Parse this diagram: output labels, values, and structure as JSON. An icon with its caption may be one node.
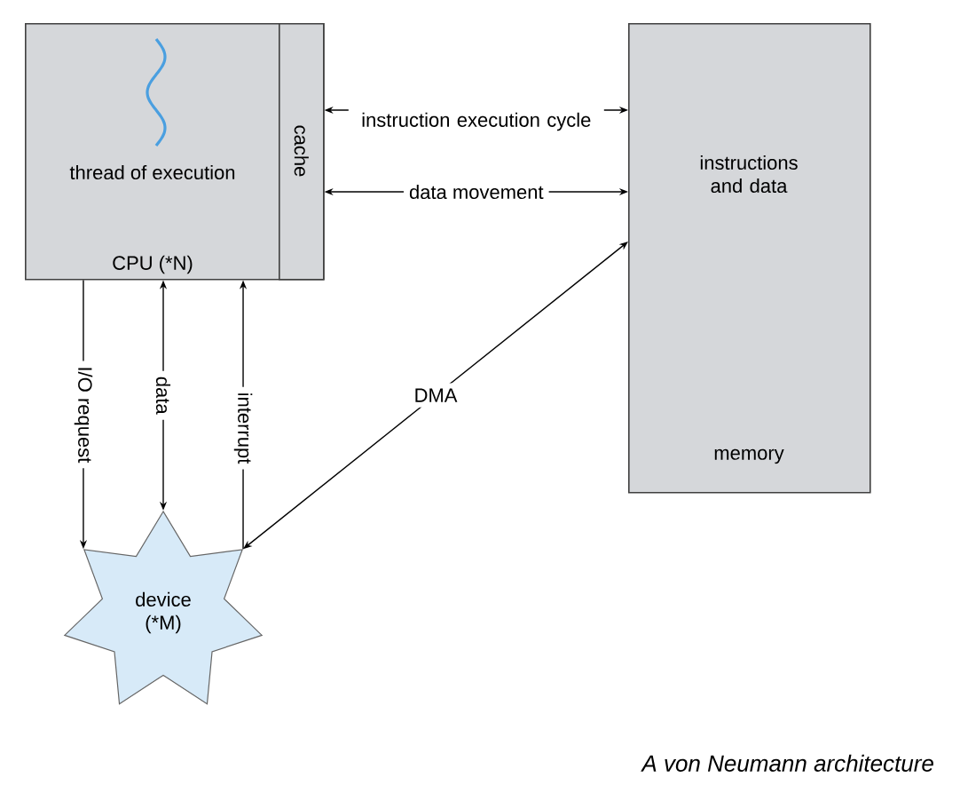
{
  "diagram": {
    "caption": "A von Neumann architecture",
    "nodes": [
      {
        "text": [
          "thread of execution",
          "CPU (*N)"
        ]
      },
      {
        "text": [
          "cache"
        ],
        "in": 0
      },
      {
        "text": [
          "instructions and data",
          "memory"
        ]
      },
      {
        "text": [
          "device (*M)"
        ]
      }
    ],
    "edges": [
      {
        "from": 1,
        "to": 2,
        "arrow": "both",
        "label": "instruction execution cycle"
      },
      {
        "from": 1,
        "to": 2,
        "arrow": "both",
        "label": "data movement"
      },
      {
        "from": 0,
        "to": 3,
        "arrow": "to",
        "label": "I/O request"
      },
      {
        "from": 0,
        "to": 3,
        "arrow": "both",
        "label": "data"
      },
      {
        "from": 3,
        "to": 0,
        "arrow": "to",
        "label": "interrupt"
      },
      {
        "from": 2,
        "to": 3,
        "arrow": "both",
        "label": "DMA"
      }
    ]
  }
}
